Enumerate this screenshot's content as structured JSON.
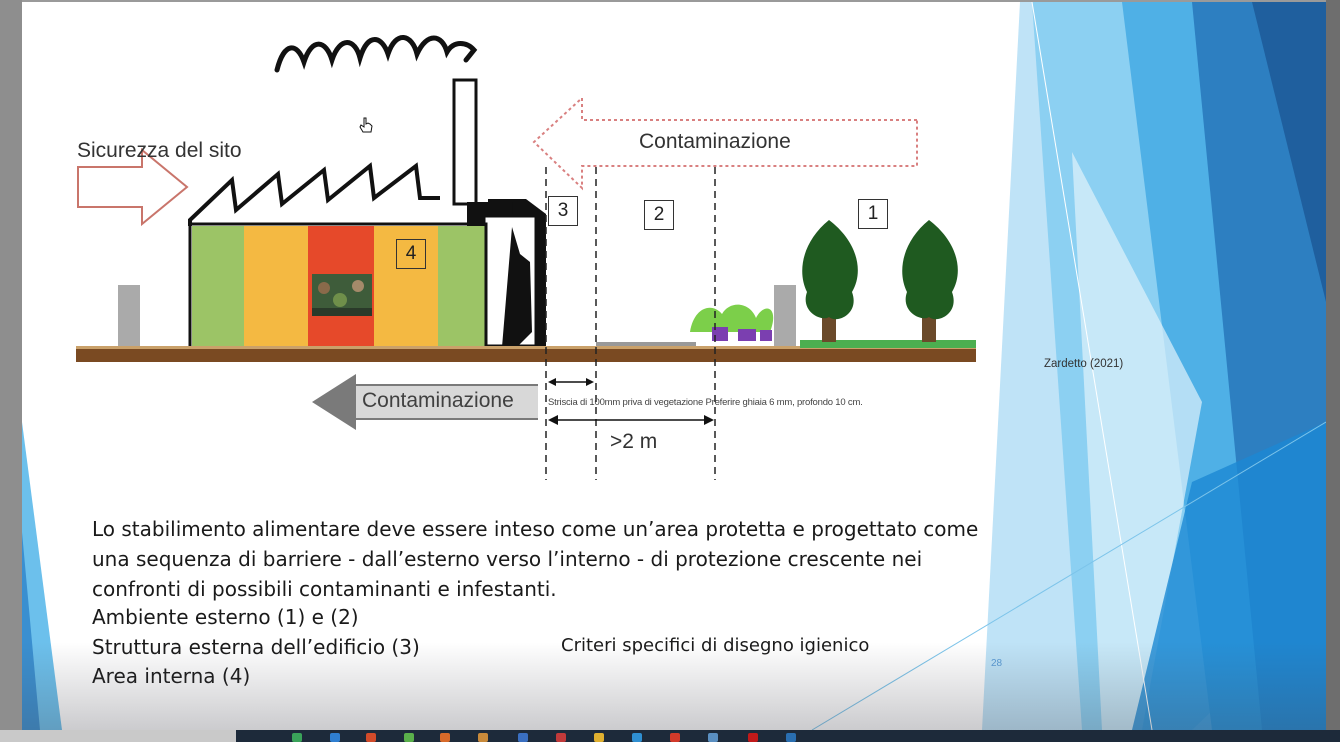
{
  "diagram": {
    "label_site_safety": "Sicurezza del sito",
    "label_contamination_top": "Contaminazione",
    "label_contamination_bottom": "Contaminazione",
    "label_strip": "Striscia di 100mm priva di vegetazione  Preferire ghiaia  6 mm, profondo  10 cm.",
    "label_distance": ">2 m",
    "zones": [
      "1",
      "2",
      "3",
      "4"
    ],
    "author": "Zardetto (2021)"
  },
  "text": {
    "paragraph": "Lo stabilimento alimentare deve essere inteso come un’area protetta e progettato come una sequenza di barriere - dall’esterno verso l’interno - di protezione crescente nei confronti di possibili contaminanti e infestanti.",
    "list": [
      "Ambiente esterno (1) e (2)",
      "Struttura esterna dell’edificio (3)",
      "Area interna (4)"
    ],
    "criteria": "Criteri specifici di disegno igienico",
    "page_number": "28"
  },
  "colors": {
    "accent_blue": "#2e7fc7",
    "ground": "#7a4a22",
    "green_panel": "#9cc466",
    "orange_panel": "#f4b942",
    "red_panel": "#e6492a"
  },
  "icons": [
    "hand-cursor-icon"
  ]
}
